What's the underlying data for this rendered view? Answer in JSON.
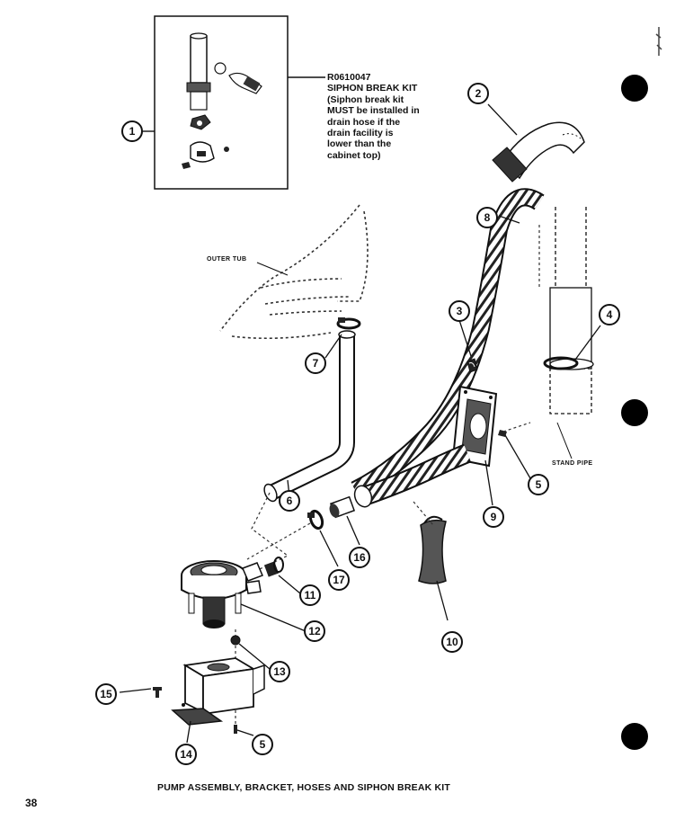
{
  "kit_label": {
    "part_number": "R0610047",
    "title": "SIPHON BREAK KIT",
    "note_lines": [
      "(Siphon break kit",
      "MUST be installed in",
      "drain hose if the",
      "drain facility is",
      "lower than the",
      "cabinet top)"
    ]
  },
  "labels": {
    "outer_tub": "OUTER TUB",
    "stand_pipe": "STAND PIPE"
  },
  "caption": "PUMP ASSEMBLY, BRACKET, HOSES AND SIPHON BREAK KIT",
  "page_number": "38",
  "callouts": {
    "c1": "1",
    "c2": "2",
    "c3": "3",
    "c4": "4",
    "c5a": "5",
    "c5b": "5",
    "c6": "6",
    "c7": "7",
    "c8": "8",
    "c9": "9",
    "c10": "10",
    "c11": "11",
    "c12": "12",
    "c13": "13",
    "c14": "14",
    "c15": "15",
    "c16": "16",
    "c17": "17"
  }
}
